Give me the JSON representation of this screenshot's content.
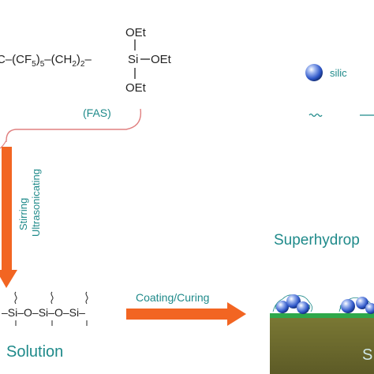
{
  "formula": {
    "left_chain": "C–(CF",
    "sub_5": "5",
    "mid_chain": ")",
    "sub_5b": "5",
    "chain_text": "–(CH",
    "sub_2": "2",
    "close": ")",
    "sub_2b": "2",
    "si": "Si",
    "bond": "–",
    "oet_top": "OEt",
    "oet_right": "OEt",
    "oet_bottom": "OEt"
  },
  "fas_label": "(FAS)",
  "process_labels": {
    "stirring": "Stirring",
    "ultrasonicating": "Ultrasonicating",
    "coating_curing": "Coating/Curing"
  },
  "legend": {
    "silica_label": "silic"
  },
  "siloxane": {
    "left_dash": "–",
    "si1": "Si",
    "o1": "–O–",
    "si2": "Si",
    "o2": "–O–",
    "si3": "Si",
    "right_dash": "–"
  },
  "solution_label": "Solution",
  "superhydrophobic_label": "Superhydrop",
  "substrate_label": "S",
  "colors": {
    "arrow": "#f26522",
    "teal_text": "#1f8a8a",
    "fas_bracket": "#e08080",
    "green_layer": "#2ea84a",
    "substrate": "#6b6a2f",
    "sphere": "#2f57c8"
  }
}
